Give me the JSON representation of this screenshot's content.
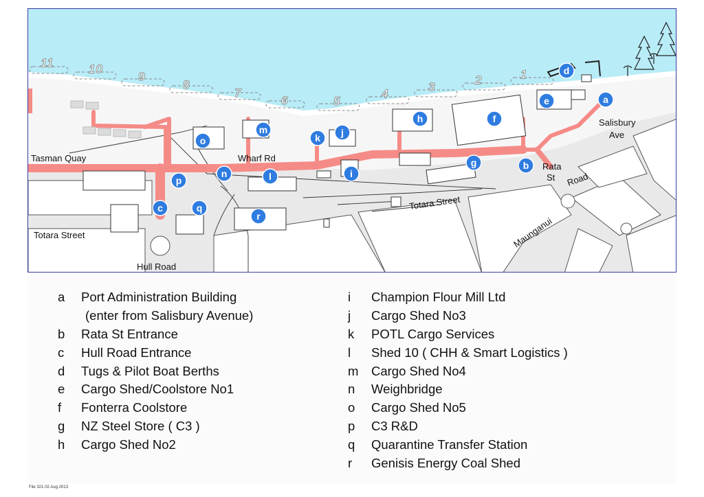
{
  "map": {
    "streets": {
      "tasman_quay": "Tasman Quay",
      "wharf_rd": "Wharf  Rd",
      "totara_street_left": "Totara Street",
      "totara_street_right": "Totara Street",
      "hull_road": "Hull Road",
      "salisbury": "Salisbury",
      "ave": "Ave",
      "rata": "Rata",
      "st": "St",
      "road": "Road",
      "maunganui": "Maunganui"
    },
    "berths": [
      "11",
      "10",
      "9",
      "8",
      "7",
      "6",
      "5",
      "4",
      "3",
      "2",
      "1"
    ],
    "markers": [
      "a",
      "b",
      "c",
      "d",
      "e",
      "f",
      "g",
      "h",
      "i",
      "j",
      "k",
      "l",
      "m",
      "n",
      "o",
      "p",
      "q",
      "r"
    ],
    "colors": {
      "sea": "#b8ecf7",
      "route": "#f58b87",
      "marker": "#2f7ce0",
      "land": "#e9e9e9"
    }
  },
  "legend": {
    "left": [
      {
        "key": "a",
        "text": "Port Administration Building"
      },
      {
        "key": "",
        "text": "(enter from Salisbury Avenue)"
      },
      {
        "key": "b",
        "text": "Rata St Entrance"
      },
      {
        "key": "c",
        "text": "Hull Road Entrance"
      },
      {
        "key": "d",
        "text": "Tugs & Pilot Boat Berths"
      },
      {
        "key": "e",
        "text": "Cargo Shed/Coolstore No1"
      },
      {
        "key": "f",
        "text": "Fonterra Coolstore"
      },
      {
        "key": "g",
        "text": "NZ Steel Store ( C3 )"
      },
      {
        "key": "h",
        "text": "Cargo Shed No2"
      }
    ],
    "right": [
      {
        "key": "i",
        "text": "Champion Flour Mill Ltd"
      },
      {
        "key": "j",
        "text": "Cargo Shed No3"
      },
      {
        "key": "k",
        "text": "POTL Cargo Services"
      },
      {
        "key": "l",
        "text": "Shed 10 ( CHH & Smart Logistics )"
      },
      {
        "key": "m",
        "text": "Cargo Shed No4"
      },
      {
        "key": "n",
        "text": "Weighbridge"
      },
      {
        "key": "o",
        "text": "Cargo Shed No5"
      },
      {
        "key": "p",
        "text": "C3 R&D"
      },
      {
        "key": "q",
        "text": "Quarantine Transfer Station"
      },
      {
        "key": "r",
        "text": "Genisis Energy Coal Shed"
      }
    ]
  },
  "footer": {
    "file_note": "File 321-02  Aug 2013"
  }
}
